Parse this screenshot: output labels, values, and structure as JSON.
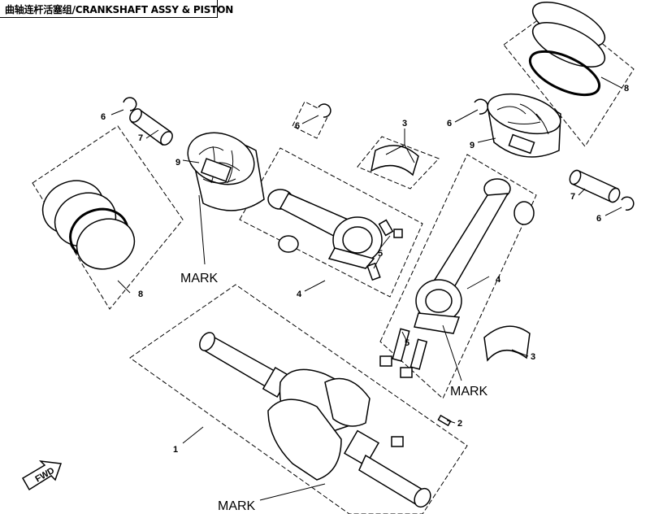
{
  "title": "曲轴连杆活塞组/CRANKSHAFT ASSY & PISTON",
  "labels": {
    "crankshaft": "1",
    "key": "2",
    "bearing_a": "3",
    "bearing_b": "3",
    "conrod_a": "4",
    "conrod_b": "4",
    "bolt_a": "5",
    "bolt_b": "5",
    "circlip_a": "6",
    "circlip_b": "6",
    "circlip_c": "6",
    "circlip_d": "6",
    "pin_a": "7",
    "pin_b": "7",
    "rings_a": "8",
    "rings_b": "8",
    "piston_a": "9",
    "piston_b": "9"
  },
  "marks": {
    "piston": "MARK",
    "conrod": "MARK",
    "crank": "MARK"
  },
  "fwd": "FWD"
}
